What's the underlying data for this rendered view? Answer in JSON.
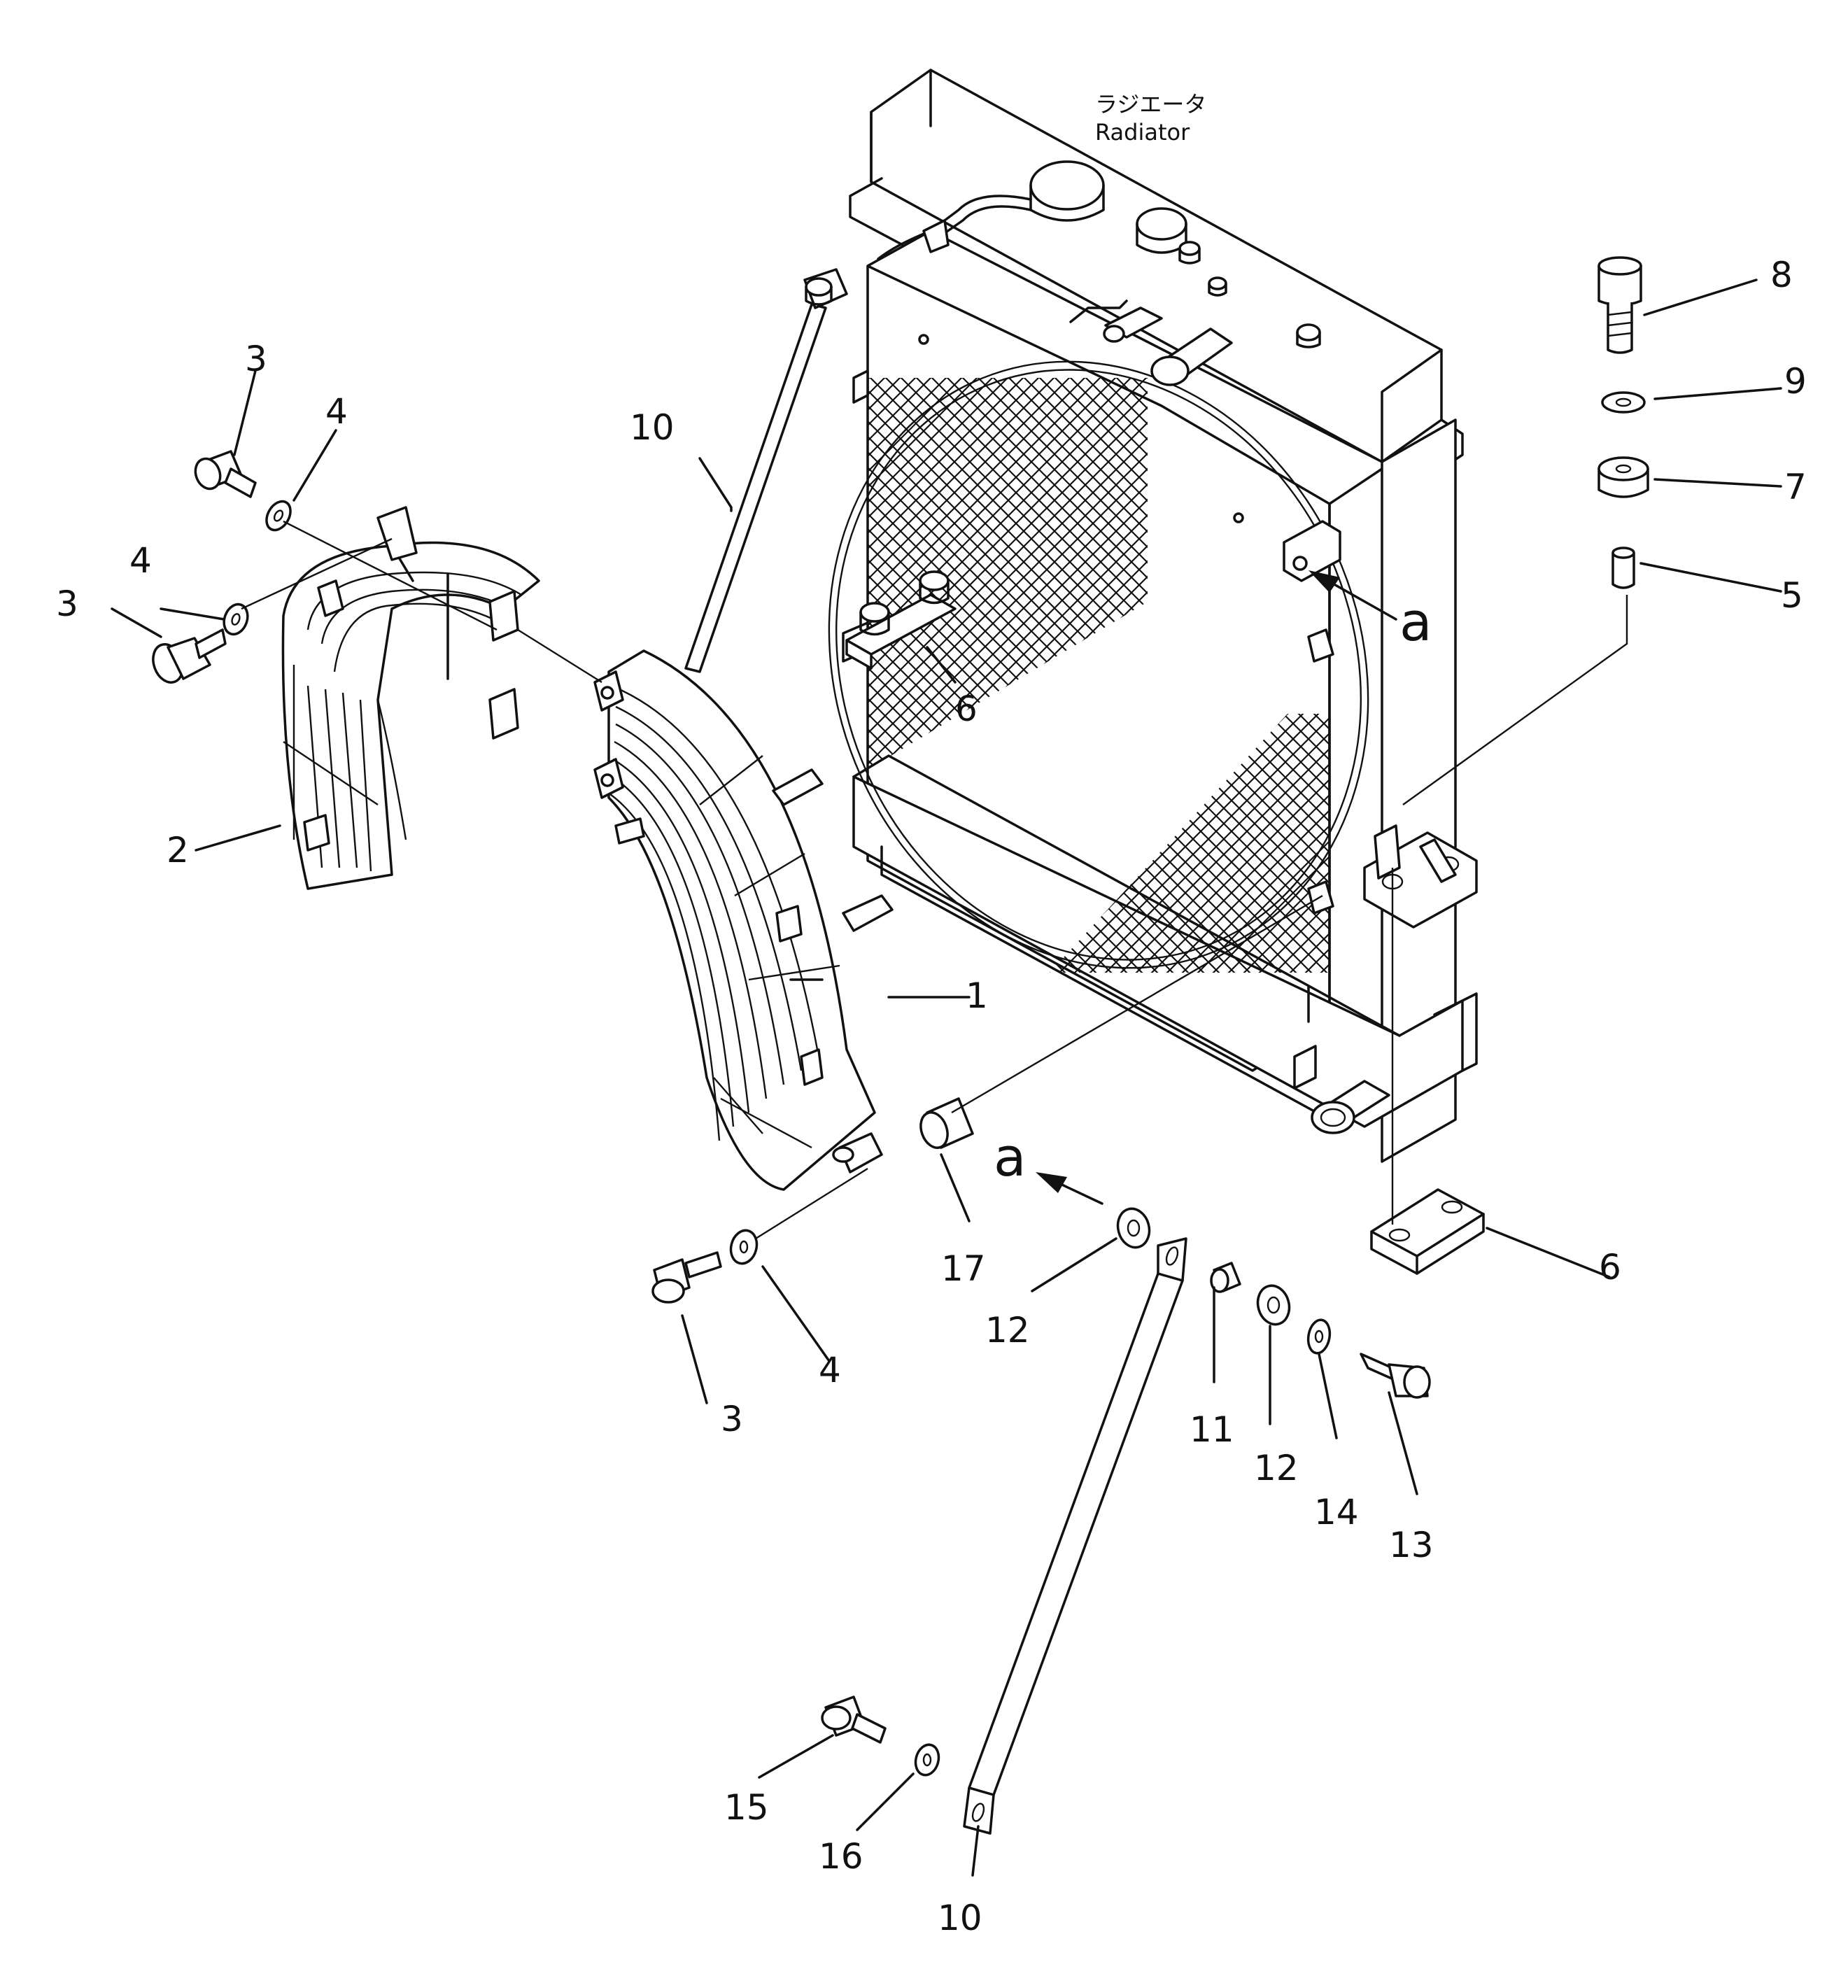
{
  "radiator": {
    "label_jp": "ラジエータ",
    "label_en": "Radiator"
  },
  "view_ref": "a",
  "callouts": [
    {
      "id": "c1",
      "number": "1"
    },
    {
      "id": "c2",
      "number": "2"
    },
    {
      "id": "c3a",
      "number": "3"
    },
    {
      "id": "c3b",
      "number": "3"
    },
    {
      "id": "c3c",
      "number": "3"
    },
    {
      "id": "c4a",
      "number": "4"
    },
    {
      "id": "c4b",
      "number": "4"
    },
    {
      "id": "c4c",
      "number": "4"
    },
    {
      "id": "c5",
      "number": "5"
    },
    {
      "id": "c6a",
      "number": "6"
    },
    {
      "id": "c6b",
      "number": "6"
    },
    {
      "id": "c7",
      "number": "7"
    },
    {
      "id": "c8",
      "number": "8"
    },
    {
      "id": "c9",
      "number": "9"
    },
    {
      "id": "c10a",
      "number": "10"
    },
    {
      "id": "c10b",
      "number": "10"
    },
    {
      "id": "c11",
      "number": "11"
    },
    {
      "id": "c12a",
      "number": "12"
    },
    {
      "id": "c12b",
      "number": "12"
    },
    {
      "id": "c13",
      "number": "13"
    },
    {
      "id": "c14",
      "number": "14"
    },
    {
      "id": "c15",
      "number": "15"
    },
    {
      "id": "c16",
      "number": "16"
    },
    {
      "id": "c17",
      "number": "17"
    }
  ]
}
